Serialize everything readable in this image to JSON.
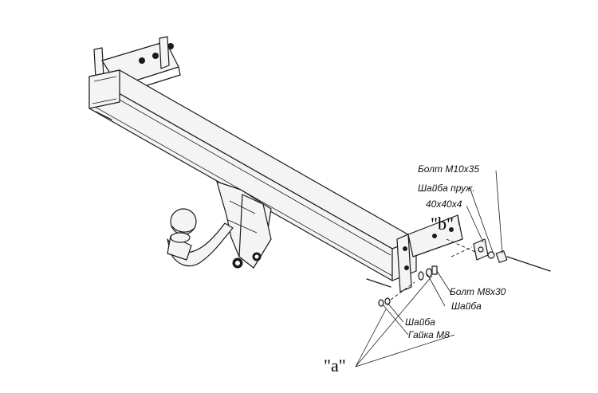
{
  "labels": {
    "bolt_m10": "Болт M10x35",
    "washer_spring": "Шайба пруж.",
    "plate_size": "40x40x4",
    "marker_b": "\"b\"",
    "bolt_m8": "Болт M8x30",
    "washer_1": "Шайба",
    "washer_2": "Шайба",
    "nut_m8": "Гайка M8",
    "marker_a": "\"a\""
  }
}
